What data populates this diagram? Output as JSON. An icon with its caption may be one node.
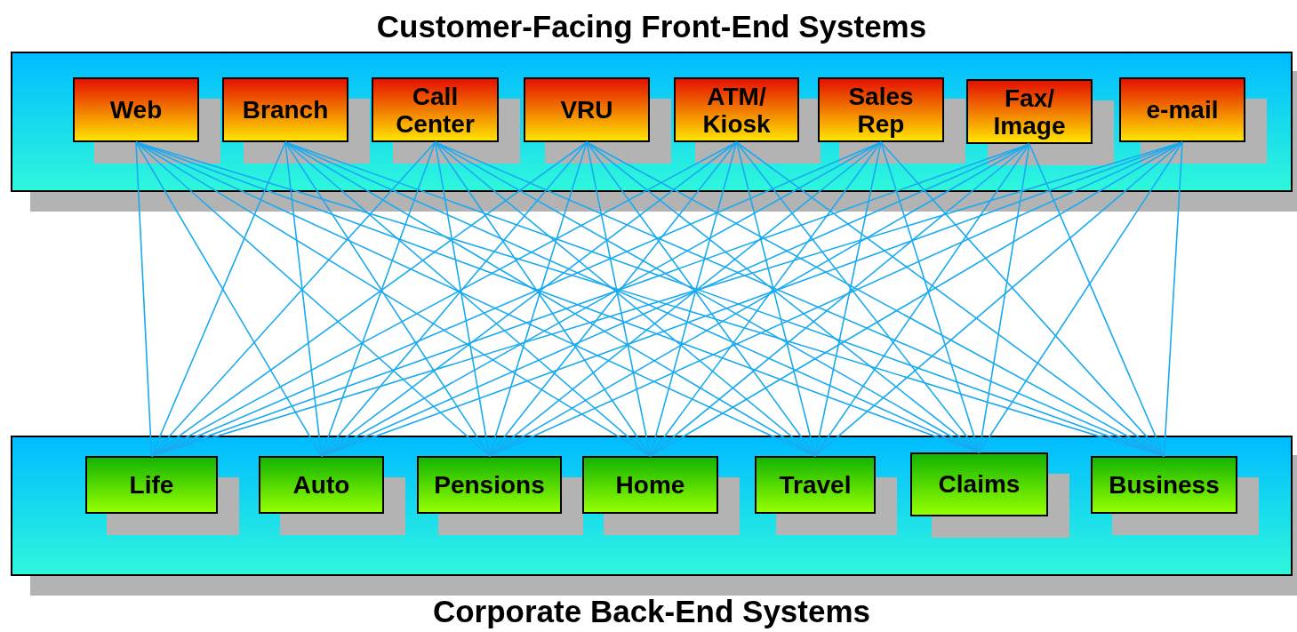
{
  "diagram": {
    "nodes": [
      {
        "text": [
          "Customer-Facing Front-End Systems"
        ]
      },
      {
        "text": [
          "Web"
        ],
        "in": 0
      },
      {
        "text": [
          "Branch"
        ],
        "in": 0
      },
      {
        "text": [
          "Call Center"
        ],
        "in": 0
      },
      {
        "text": [
          "VRU"
        ],
        "in": 0
      },
      {
        "text": [
          "ATM/ Kiosk"
        ],
        "in": 0
      },
      {
        "text": [
          "Sales Rep"
        ],
        "in": 0
      },
      {
        "text": [
          "Fax/ Image"
        ],
        "in": 0
      },
      {
        "text": [
          "e-mail"
        ],
        "in": 0
      },
      {
        "text": [
          "Corporate Back-End Systems"
        ]
      },
      {
        "text": [
          "Life"
        ],
        "in": 9
      },
      {
        "text": [
          "Auto"
        ],
        "in": 9
      },
      {
        "text": [
          "Pensions"
        ],
        "in": 9
      },
      {
        "text": [
          "Home"
        ],
        "in": 9
      },
      {
        "text": [
          "Travel"
        ],
        "in": 9
      },
      {
        "text": [
          "Claims"
        ],
        "in": 9
      },
      {
        "text": [
          "Business"
        ],
        "in": 9
      }
    ],
    "edges": [
      {
        "from": 1,
        "to": 10,
        "arrow": "none"
      },
      {
        "from": 1,
        "to": 11,
        "arrow": "none"
      },
      {
        "from": 1,
        "to": 12,
        "arrow": "none"
      },
      {
        "from": 1,
        "to": 13,
        "arrow": "none"
      },
      {
        "from": 1,
        "to": 14,
        "arrow": "none"
      },
      {
        "from": 1,
        "to": 15,
        "arrow": "none"
      },
      {
        "from": 1,
        "to": 16,
        "arrow": "none"
      },
      {
        "from": 2,
        "to": 10,
        "arrow": "none"
      },
      {
        "from": 2,
        "to": 11,
        "arrow": "none"
      },
      {
        "from": 2,
        "to": 12,
        "arrow": "none"
      },
      {
        "from": 2,
        "to": 13,
        "arrow": "none"
      },
      {
        "from": 2,
        "to": 14,
        "arrow": "none"
      },
      {
        "from": 2,
        "to": 15,
        "arrow": "none"
      },
      {
        "from": 2,
        "to": 16,
        "arrow": "none"
      },
      {
        "from": 3,
        "to": 10,
        "arrow": "none"
      },
      {
        "from": 3,
        "to": 11,
        "arrow": "none"
      },
      {
        "from": 3,
        "to": 12,
        "arrow": "none"
      },
      {
        "from": 3,
        "to": 13,
        "arrow": "none"
      },
      {
        "from": 3,
        "to": 14,
        "arrow": "none"
      },
      {
        "from": 3,
        "to": 15,
        "arrow": "none"
      },
      {
        "from": 3,
        "to": 16,
        "arrow": "none"
      },
      {
        "from": 4,
        "to": 10,
        "arrow": "none"
      },
      {
        "from": 4,
        "to": 11,
        "arrow": "none"
      },
      {
        "from": 4,
        "to": 12,
        "arrow": "none"
      },
      {
        "from": 4,
        "to": 13,
        "arrow": "none"
      },
      {
        "from": 4,
        "to": 14,
        "arrow": "none"
      },
      {
        "from": 4,
        "to": 15,
        "arrow": "none"
      },
      {
        "from": 4,
        "to": 16,
        "arrow": "none"
      },
      {
        "from": 5,
        "to": 10,
        "arrow": "none"
      },
      {
        "from": 5,
        "to": 11,
        "arrow": "none"
      },
      {
        "from": 5,
        "to": 12,
        "arrow": "none"
      },
      {
        "from": 5,
        "to": 13,
        "arrow": "none"
      },
      {
        "from": 5,
        "to": 14,
        "arrow": "none"
      },
      {
        "from": 5,
        "to": 15,
        "arrow": "none"
      },
      {
        "from": 5,
        "to": 16,
        "arrow": "none"
      },
      {
        "from": 6,
        "to": 10,
        "arrow": "none"
      },
      {
        "from": 6,
        "to": 11,
        "arrow": "none"
      },
      {
        "from": 6,
        "to": 12,
        "arrow": "none"
      },
      {
        "from": 6,
        "to": 13,
        "arrow": "none"
      },
      {
        "from": 6,
        "to": 14,
        "arrow": "none"
      },
      {
        "from": 6,
        "to": 15,
        "arrow": "none"
      },
      {
        "from": 6,
        "to": 16,
        "arrow": "none"
      },
      {
        "from": 7,
        "to": 10,
        "arrow": "none"
      },
      {
        "from": 7,
        "to": 11,
        "arrow": "none"
      },
      {
        "from": 7,
        "to": 12,
        "arrow": "none"
      },
      {
        "from": 7,
        "to": 13,
        "arrow": "none"
      },
      {
        "from": 7,
        "to": 14,
        "arrow": "none"
      },
      {
        "from": 7,
        "to": 15,
        "arrow": "none"
      },
      {
        "from": 7,
        "to": 16,
        "arrow": "none"
      },
      {
        "from": 8,
        "to": 10,
        "arrow": "none"
      },
      {
        "from": 8,
        "to": 11,
        "arrow": "none"
      },
      {
        "from": 8,
        "to": 12,
        "arrow": "none"
      },
      {
        "from": 8,
        "to": 13,
        "arrow": "none"
      },
      {
        "from": 8,
        "to": 14,
        "arrow": "none"
      },
      {
        "from": 8,
        "to": 15,
        "arrow": "none"
      },
      {
        "from": 8,
        "to": 16,
        "arrow": "none"
      }
    ]
  }
}
